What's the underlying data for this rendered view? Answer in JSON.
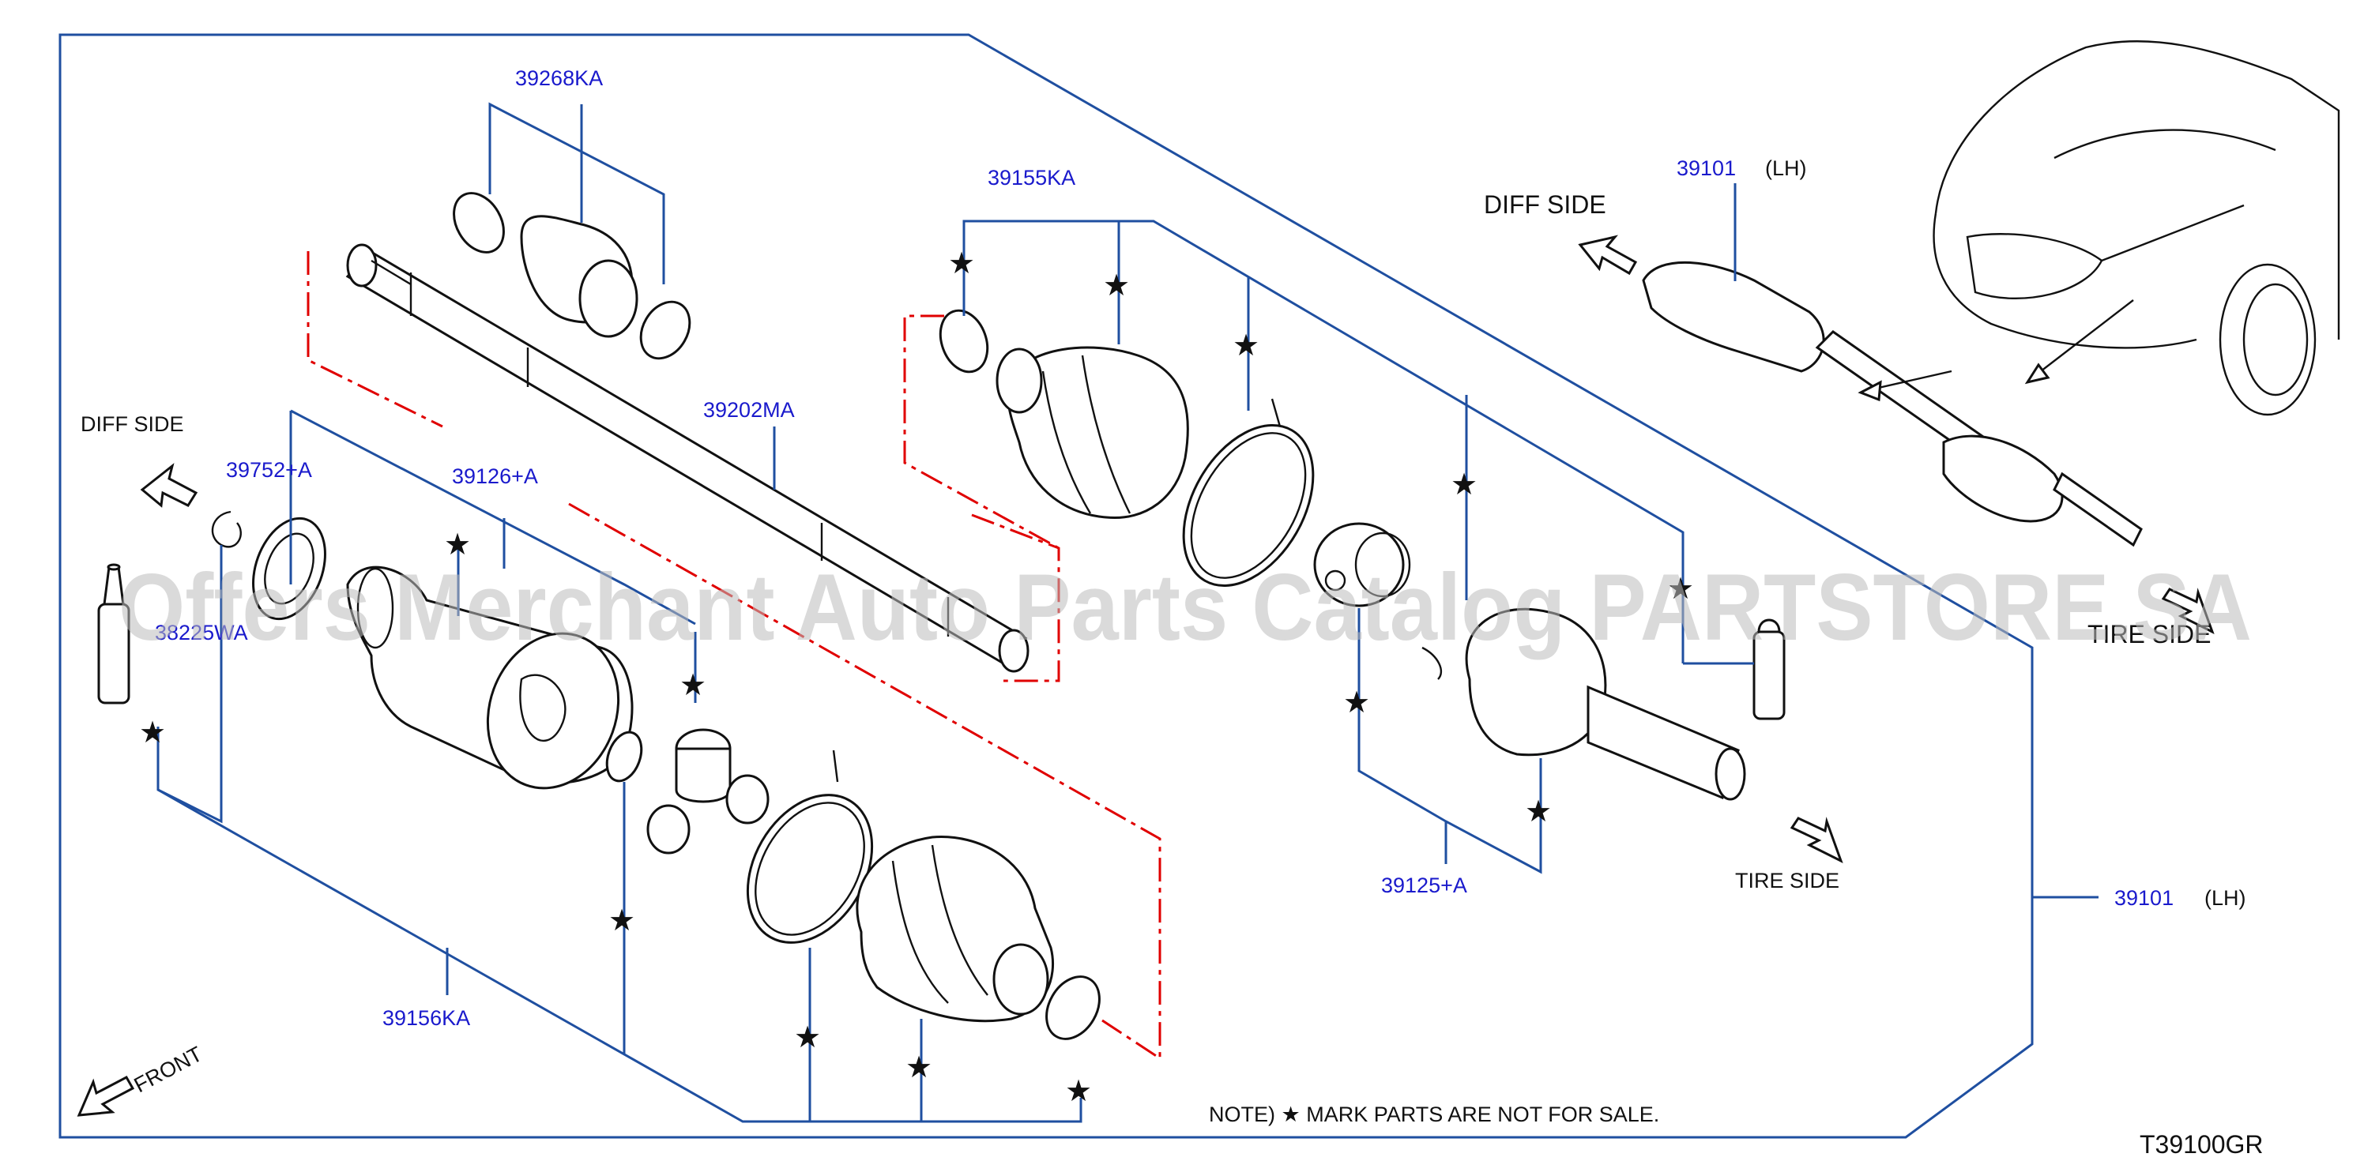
{
  "diagram": {
    "code": "T39100GR",
    "note": "NOTE) ★ MARK PARTS ARE NOT FOR SALE.",
    "watermark": "Offers Merchant Auto Parts Catalog PARTSTORE.SA",
    "labels": {
      "diff_side_left": "DIFF SIDE",
      "diff_side_top": "DIFF SIDE",
      "tire_side_center": "TIRE SIDE",
      "tire_side_right": "TIRE SIDE",
      "front": "FRONT"
    },
    "parts": {
      "p39268KA": "39268KA",
      "p39202MA": "39202MA",
      "p39752A": "39752+A",
      "p39126A": "39126+A",
      "p38225WA": "38225WA",
      "p39156KA": "39156KA",
      "p39155KA": "39155KA",
      "p39125A": "39125+A",
      "p39101_top": "39101",
      "p39101_top_side": "(LH)",
      "p39101_right": "39101",
      "p39101_right_side": "(LH)"
    },
    "star_symbol": "★",
    "colors": {
      "part_number": "#1a1acc",
      "frame_line": "#1f4fa0",
      "phantom_line": "#e00000",
      "drawing": "#111111"
    }
  }
}
